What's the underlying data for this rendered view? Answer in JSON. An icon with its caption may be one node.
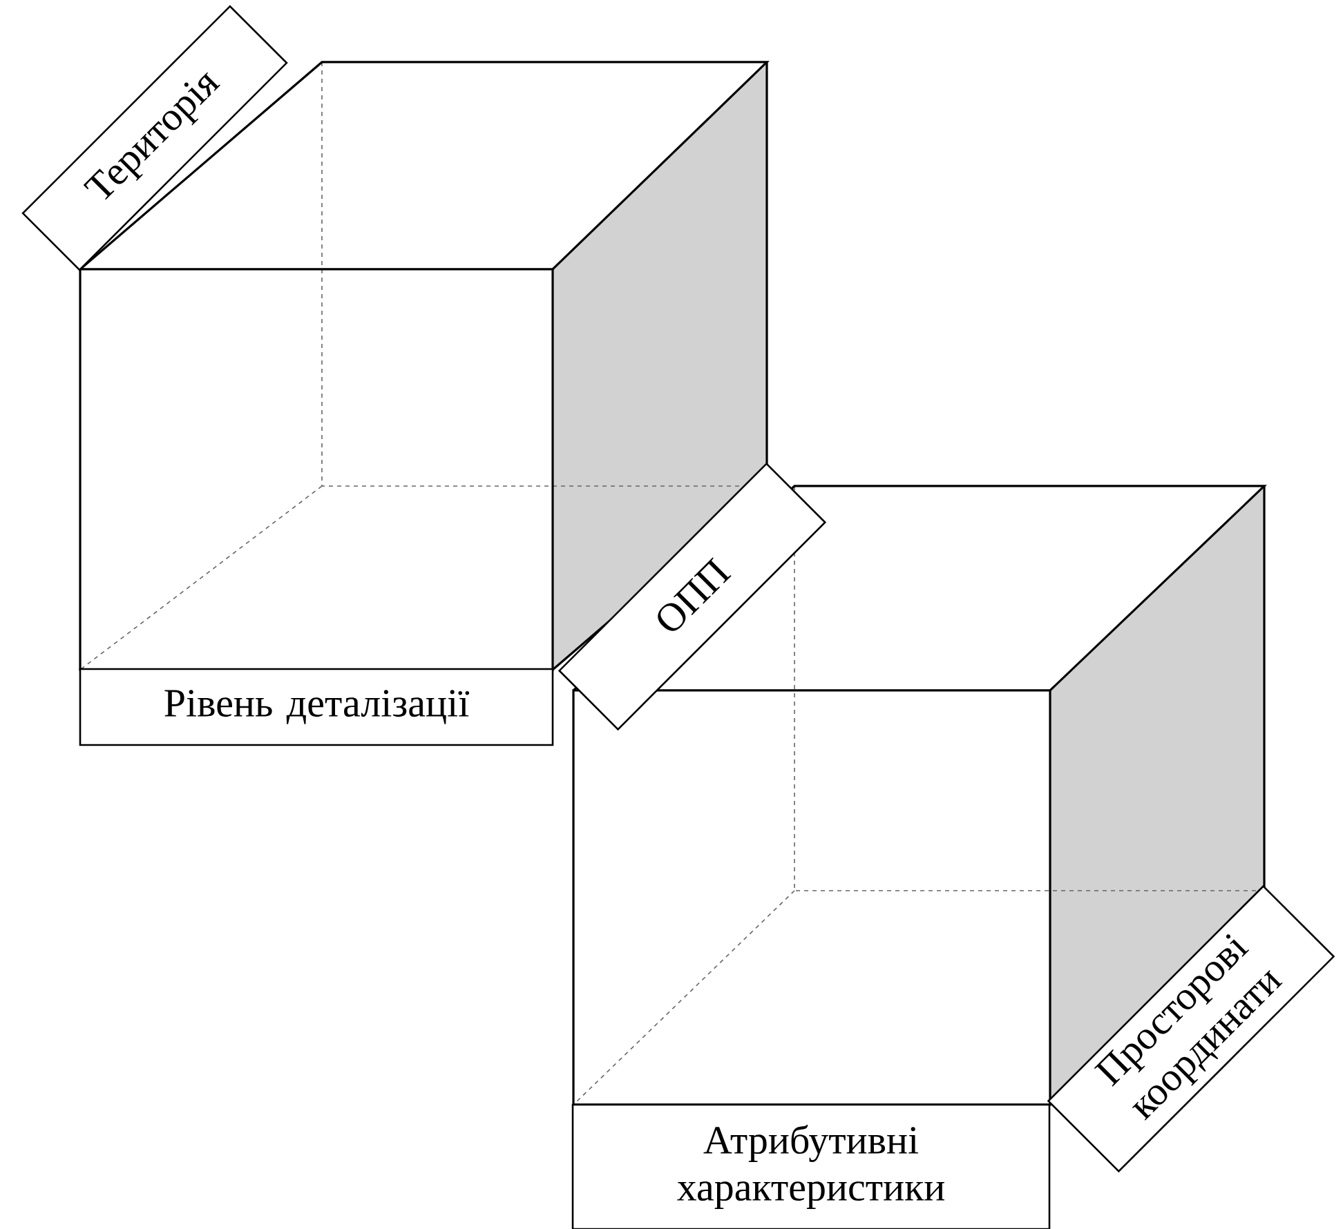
{
  "diagram": {
    "nodes": [
      {
        "text": [
          "Територія"
        ]
      },
      {
        "text": [
          "Рівень деталізації"
        ]
      },
      {
        "text": [
          "ОПП"
        ]
      },
      {
        "text": [
          "Атрибутивні характеристики"
        ]
      },
      {
        "text": [
          "Просторові координати"
        ]
      }
    ]
  }
}
